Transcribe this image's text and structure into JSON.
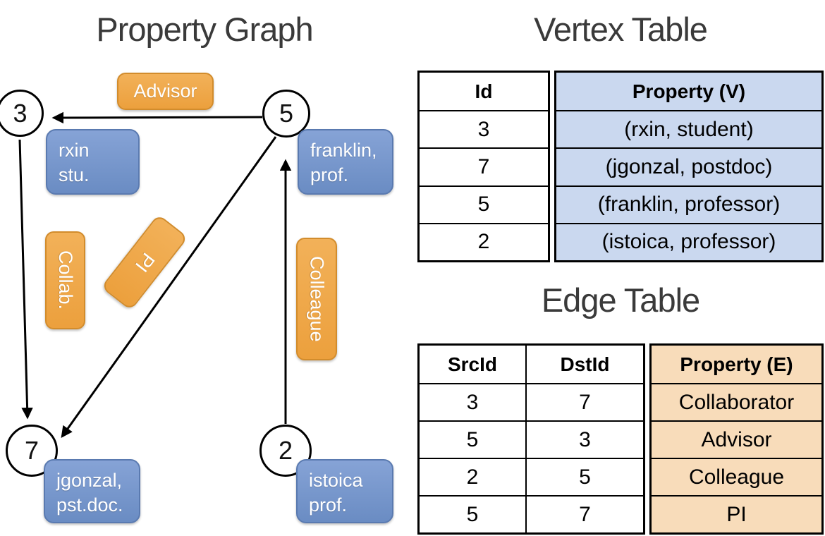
{
  "titles": {
    "graph": "Property Graph",
    "vertex_table": "Vertex Table",
    "edge_table": "Edge Table"
  },
  "graph": {
    "node_ids": [
      "3",
      "5",
      "7",
      "2"
    ],
    "vertex_boxes": [
      [
        "rxin",
        "stu."
      ],
      [
        "franklin,",
        "prof."
      ],
      [
        "jgonzal,",
        "pst.doc."
      ],
      [
        "istoica",
        "prof."
      ]
    ],
    "edge_labels": [
      "Advisor",
      "Collab.",
      "PI",
      "Colleague"
    ]
  },
  "vertex_table": {
    "headers": [
      "Id",
      "Property (V)"
    ],
    "rows": [
      [
        "3",
        "(rxin, student)"
      ],
      [
        "7",
        "(jgonzal, postdoc)"
      ],
      [
        "5",
        "(franklin, professor)"
      ],
      [
        "2",
        "(istoica, professor)"
      ]
    ]
  },
  "edge_table": {
    "headers": [
      "SrcId",
      "DstId",
      "Property (E)"
    ],
    "rows": [
      [
        "3",
        "7",
        "Collaborator"
      ],
      [
        "5",
        "3",
        "Advisor"
      ],
      [
        "2",
        "5",
        "Colleague"
      ],
      [
        "5",
        "7",
        "PI"
      ]
    ]
  },
  "colors": {
    "vertex_box": "#6f92c9",
    "edge_box": "#efa748",
    "vertex_table_fill": "#cad8ef",
    "edge_table_fill": "#f8dcba",
    "title_text": "#3a3a3a"
  }
}
